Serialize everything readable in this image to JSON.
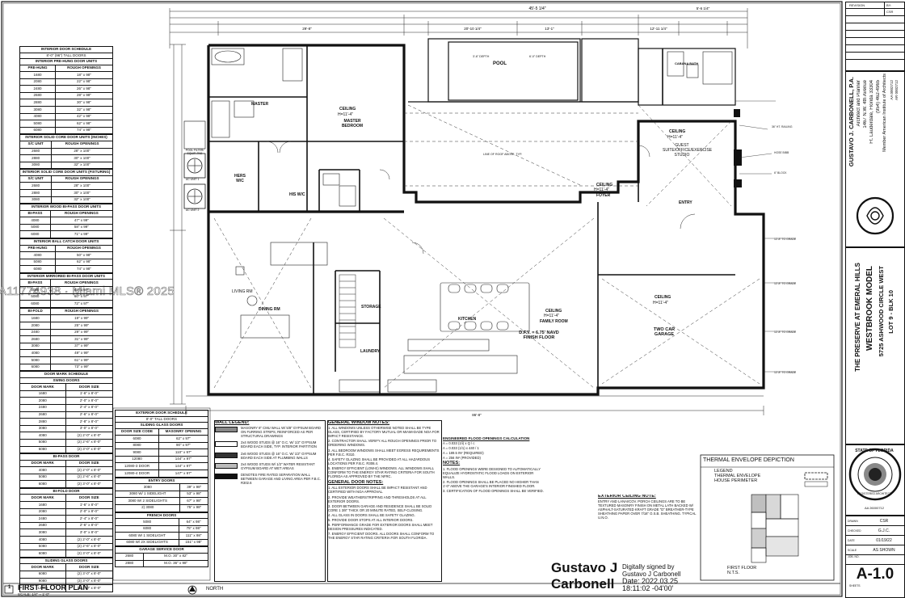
{
  "watermark": "A11774938 · Miami MLS® 2025",
  "title_block": {
    "revision_header": "REVISION",
    "by_header": "BY:",
    "by_value": "CSR",
    "architect": "GUSTAVO J. CARBONELL, P.A.",
    "architect_sub": "Architect and Planner",
    "address_1": "1467 N.W. 4th Avenue",
    "address_2": "Ft. Lauderdale, Florida 33304",
    "phone": "(954) 462-4965",
    "member": "Member American Institute of Architects",
    "license_1": "AA 0002712",
    "license_2": "AR 0002712",
    "project_name": "THE PRESERVE AT EMERAL HILLS",
    "model": "WESTBROOK MODEL",
    "project_address": "5725 ASHWOOD CIRCLE WEST",
    "lot": "LOT 9 - BLK 10",
    "seal_text": "STATE OF FLORIDA",
    "seal_sub": "REGISTERED ARCHITECT",
    "seal_num": "AA 26000712",
    "drawn_label": "DRAWN",
    "drawn": "CSR",
    "checked_label": "CHECKED",
    "checked": "G.J.C.",
    "date_label": "DATE",
    "date": "01/19/22",
    "scale_label": "SCALE",
    "scale": "AS SHOWN",
    "job_label": "JOB. NO.",
    "sheet": "A-1.0",
    "sheets": "SHEETS"
  },
  "plan": {
    "title_num": "1",
    "title": "FIRST FLOOR PLAN",
    "scale": "SCALE: 1/4\" = 1'-0\"",
    "north": "NORTH",
    "overall_width": "45'-5 1/4\"",
    "overall_bottom": "86'-8\"",
    "rooms": {
      "pool": "POOL",
      "master_bedroom": "MASTER BEDROOM",
      "master_ceiling": "CEILING",
      "master_ceiling_h": "H=11'-4\"",
      "master": "MASTER",
      "hers_wic": "HERS W/C",
      "his_wic": "HIS W/C",
      "pool_filter": "POOL FILTER/ EQUIP. PAD",
      "ac_unit_1": "AC UNIT 1",
      "ac_unit_2": "AC UNIT 2",
      "cabana": "CABANA BATH",
      "guest_suite": "GUEST SUITE/OFFICE/EXERCISE STUDIO",
      "guest_ceiling": "CEILING",
      "guest_ceiling_h": "H=11'-4\"",
      "foyer": "FOYER",
      "foyer_ceiling": "CEILING",
      "foyer_ceiling_h": "H=11'-4\"",
      "entry": "ENTRY",
      "living_rm": "LIVING RM",
      "dining_rm": "DINING RM",
      "storage": "STORAGE",
      "laundry": "LAUNDRY",
      "kitchen": "KITCHEN",
      "family_ceiling": "CEILING",
      "family_ceiling_h": "H=11'-4\"",
      "family_room": "FAMILY ROOM",
      "finish_floor": "D.F.V. = 6.75' NAVD FINISH FLOOR",
      "garage_ceiling": "CEILING",
      "garage_ceiling_h": "H=11'-4\"",
      "garage": "TWO CAR GARAGE",
      "line_of_roof": "LINE OF ROOF ABOVE, TYP.",
      "pool_depth_1": "3'-6\" DEPTH",
      "pool_depth_2": "6'-0\" DEPTH"
    }
  },
  "schedule": {
    "title": "INTERIOR DOOR SCHEDULE",
    "subtitle": "8'-0\" (96\") TALL DOORS",
    "sections": [
      {
        "header": "INTERIOR PRE-HUNG DOOR UNITS",
        "cols": [
          "PRE-HUNG",
          "ROUGH OPENINGS"
        ],
        "rows": [
          [
            "1680",
            "18\" x 98\""
          ],
          [
            "2080",
            "22\" x 98\""
          ],
          [
            "2480",
            "26\" x 98\""
          ],
          [
            "2680",
            "28\" x 98\""
          ],
          [
            "2880",
            "30\" x 98\""
          ],
          [
            "3080",
            "32\" x 98\""
          ],
          [
            "4080",
            "42\" x 98\""
          ],
          [
            "5080",
            "62\" x 98\""
          ],
          [
            "6080",
            "74\" x 98\""
          ]
        ]
      },
      {
        "header": "INTERIOR SOLID CORE DOOR UNITS (INCHES)",
        "cols": [
          "S/C UNIT",
          "ROUGH OPENINGS"
        ],
        "rows": [
          [
            "2680",
            "28\" x 100\""
          ],
          [
            "2880",
            "30\" x 100\""
          ],
          [
            "3080",
            "32\" x 100\""
          ]
        ]
      },
      {
        "header": "INTERIOR SOLID CORE DOOR UNITS (FIXTURING)",
        "cols": [
          "S/C UNIT",
          "ROUGH OPENINGS"
        ],
        "rows": [
          [
            "2680",
            "28\" x 100\""
          ],
          [
            "2880",
            "30\" x 100\""
          ],
          [
            "3080",
            "32\" x 100\""
          ]
        ]
      },
      {
        "header": "INTERIOR WOOD BI-PASS DOOR UNITS",
        "cols": [
          "BI-PASS",
          "ROUGH OPENINGS"
        ],
        "rows": [
          [
            "4080",
            "47\" x 99\""
          ],
          [
            "5080",
            "58\" x 99\""
          ],
          [
            "6080",
            "71\" x 99\""
          ]
        ]
      },
      {
        "header": "INTERIOR BALL CATCH DOOR UNITS",
        "cols": [
          "PRE-HUNG",
          "ROUGH OPENINGS"
        ],
        "rows": [
          [
            "4080",
            "50\" x 98\""
          ],
          [
            "5080",
            "62\" x 98\""
          ],
          [
            "6080",
            "74\" x 98\""
          ]
        ]
      },
      {
        "header": "INTERIOR MIRRORED BI-PASS DOOR UNITS",
        "cols": [
          "BI-PASS",
          "ROUGH OPENINGS"
        ],
        "rows": [
          [
            "4080",
            "49\" x 97\""
          ],
          [
            "5080",
            "60\" x 97\""
          ],
          [
            "6080",
            "72\" x 97\""
          ]
        ]
      },
      {
        "header": "",
        "cols": [
          "BI-FOLD",
          "ROUGH OPENINGS"
        ],
        "rows": [
          [
            "1680",
            "19\" x 99\""
          ],
          [
            "2080",
            "25\" x 99\""
          ],
          [
            "2480",
            "29\" x 99\""
          ],
          [
            "2680",
            "31\" x 99\""
          ],
          [
            "3080",
            "37\" x 99\""
          ],
          [
            "4080",
            "49\" x 99\""
          ],
          [
            "5080",
            "61\" x 99\""
          ],
          [
            "6080",
            "73\" x 99\""
          ]
        ]
      },
      {
        "header": "DOOR MARK SCHEDULE",
        "cols": [
          "",
          ""
        ],
        "rows": []
      },
      {
        "header": "SWING DOORS",
        "cols": [
          "DOOR MARK",
          "DOOR SIZE"
        ],
        "rows": [
          [
            "1680",
            "1'-6\" x 8'-0\""
          ],
          [
            "2080",
            "2'-0\" x 8'-0\""
          ],
          [
            "2480",
            "2'-4\" x 8'-0\""
          ],
          [
            "2680",
            "2'-6\" x 8'-0\""
          ],
          [
            "2880",
            "2'-8\" x 8'-0\""
          ],
          [
            "3080",
            "3'-0\" x 8'-0\""
          ],
          [
            "4080",
            "(2) 2'-0\" x 8'-0\""
          ],
          [
            "5080",
            "(2) 2'-6\" x 8'-0\""
          ],
          [
            "6080",
            "(2) 3'-0\" x 8'-0\""
          ]
        ]
      },
      {
        "header": "BI-PASS DOOR",
        "cols": [
          "DOOR MARK",
          "DOOR SIZE"
        ],
        "rows": [
          [
            "4080",
            "(2) 2'-0\" x 8'-0\""
          ],
          [
            "5080",
            "(2) 2'-6\" x 8'-0\""
          ],
          [
            "6080",
            "(2) 3'-0\" x 8'-0\""
          ]
        ]
      },
      {
        "header": "BI-FOLD DOOR",
        "cols": [
          "DOOR MARK",
          "DOOR SIZE"
        ],
        "rows": [
          [
            "1680",
            "1'-6\" x 8'-0\""
          ],
          [
            "2080",
            "2'-0\" x 8'-0\""
          ],
          [
            "2480",
            "2'-4\" x 8'-0\""
          ],
          [
            "2680",
            "2'-6\" x 8'-0\""
          ],
          [
            "3080",
            "3'-0\" x 8'-0\""
          ],
          [
            "4080",
            "(2) 2'-0\" x 8'-0\""
          ],
          [
            "5080",
            "(2) 2'-6\" x 8'-0\""
          ],
          [
            "6080",
            "(2) 3'-0\" x 8'-0\""
          ]
        ]
      },
      {
        "header": "SLIDING GLASS DOORS",
        "cols": [
          "DOOR MARK",
          "DOOR SIZE"
        ],
        "rows": [
          [
            "6080",
            "(2) 3'-0\" x 8'-0\""
          ],
          [
            "9080",
            "(3) 3'-0\" x 8'-0\""
          ],
          [
            "12080",
            "(4) 3'-0\" x 8'-0\""
          ]
        ]
      }
    ]
  },
  "ext_schedule": {
    "title": "EXTERIOR DOOR SCHEDULE",
    "subtitle": "8'-0\" TALL DOORS",
    "sliding_header": "SLIDING GLASS DOORS",
    "cols": [
      "DOOR SIZE CODE",
      "MASONRY OPENING"
    ],
    "rows": [
      [
        "6080",
        "62\" x 97\""
      ],
      [
        "8080",
        "90\" x 97\""
      ],
      [
        "9080",
        "110\" x 97\""
      ],
      [
        "12080",
        "144\" x 97\""
      ],
      [
        "12080-3 DOOR",
        "144\" x 97\""
      ],
      [
        "12080-4 DOOR",
        "147\" x 97\""
      ]
    ],
    "entry_header": "ENTRY DOORS",
    "entry_rows": [
      [
        "3080",
        "39\" x 98\""
      ],
      [
        "3080 W/ 1 SIDELIGHT",
        "53\" x 98\""
      ],
      [
        "3080 W/ 2 SIDELIGHTS",
        "67\" x 98\""
      ],
      [
        "2) 3080",
        "75\" x 98\""
      ]
    ],
    "french_header": "FRENCH DOORS",
    "french_rows": [
      [
        "5080",
        "64\" x 98\""
      ],
      [
        "6080",
        "75\" x 98\""
      ],
      [
        "6080 W/ 1 SIDELIGHT",
        "111\" x 98\""
      ],
      [
        "6080 W/ 2X SIDELIGHTS",
        "151\" x 98\""
      ]
    ],
    "garage_header": "GARAGE SERVICE DOOR",
    "garage_rows": [
      [
        "2680",
        "M.O. 30\" x 82\""
      ],
      [
        "2880",
        "M.O. 36\" x 98\""
      ]
    ]
  },
  "wall_legend": {
    "title": "WALL LEGEND:",
    "items": [
      "MASONRY 8\" CMU WALL W/ 5/8\" GYPSUM BOARD ON FURRING STRIPS, REINFORCED AS PER STRUCTURAL DRAWINGS",
      "2x4 WOOD STUDS @ 16\" O.C. W/ 1/2\" GYPSUM BOARD EACH SIDE, TYP. INTERIOR PARTITION",
      "2x6 WOOD STUDS @ 16\" O.C. W/ 1/2\" GYPSUM BOARD EACH SIDE AT PLUMBING WALLS",
      "2x4 WOOD STUDS W/ 1/2\" WATER RESISTANT GYPSUM BOARD AT WET AREAS",
      "DENOTES FIRE RATED SEPARATION WALL BETWEEN GARAGE AND LIVING AREA PER F.B.C. R302.6"
    ]
  },
  "window_notes": {
    "title": "GENERAL WINDOW NOTES:",
    "items": [
      "1. ALL WINDOWS UNLESS OTHERWISE NOTED SHALL BE TYPE GLASS, CERTIFIED BY FACTORY MUTUAL OR MIAMI-DADE NOA FOR IMPACT RESISTANCE.",
      "2. CONTRACTOR SHALL VERIFY ALL ROUGH OPENINGS PRIOR TO ORDERING WINDOWS.",
      "3. ALL BEDROOM WINDOWS SHALL MEET EGRESS REQUIREMENTS PER F.B.C. R310.",
      "4. SAFETY GLAZING SHALL BE PROVIDED AT ALL HAZARDOUS LOCATIONS PER F.B.C. R308.4.",
      "5. ENERGY EFFICIENT (LOW-E) WINDOWS. ALL WINDOWS SHALL CONFORM TO THE ENERGY STAR RATING CRITERIA FOR SOUTH FLORIDA AS APPROVED BY THE NFRC."
    ]
  },
  "door_notes": {
    "title": "GENERAL DOOR NOTES:",
    "items": [
      "1. ALL EXTERIOR DOORS SHALL BE IMPACT RESISTANT AND CERTIFIED WITH NOA APPROVAL.",
      "2. PROVIDE WEATHERSTRIPPING AND THRESHOLDS AT ALL EXTERIOR DOORS.",
      "3. DOOR BETWEEN GARAGE AND RESIDENCE SHALL BE SOLID CORE 1 3/8\" THICK OR 20 MINUTE RATED, SELF-CLOSING.",
      "4. ALL GLASS IN DOORS SHALL BE SAFETY GLAZING.",
      "5. PROVIDE DOOR STOPS AT ALL INTERIOR DOORS.",
      "6. PERFORMANCE GRADE FOR EXTERIOR DOORS SHALL MEET DESIGN PRESSURES INDICATED.",
      "7. ENERGY EFFICIENT DOORS. ALL DOORS SHALL CONFORM TO THE ENERGY STAR RATING CRITERIA FOR SOUTH FLORIDA."
    ]
  },
  "flood": {
    "title": "ENGINEERED FLOOD OPENINGS CALCULATION",
    "lines": [
      "A = 0.033 (1/i) x Q / c",
      "A = 0.033 (1/1) x 440 / 1",
      "A = 189.5 IN² (REQUIRED)",
      "A = 256 IN² (PROVIDED)"
    ],
    "notes_title": "NOTES:",
    "notes": [
      "1. FLOOD OPENINGS WERE DESIGNED TO AUTOMATICALLY EQUALIZE HYDROSTATIC FLOOD LOADS ON EXTERIOR WALLS.",
      "2. FLOOD OPENINGS SHALL BE PLACED NO HIGHER THAN 1'-0\" ABOVE THE GARAGE'S INTERIOR FINISHED FLOOR.",
      "3. CERTIFICATION OF FLOOD OPENINGS SHALL BE VERIFIED."
    ]
  },
  "ceiling_note": {
    "title": "EXTERIOR CEILING NOTE:",
    "text": "ENTRY AND LANAI/COV. PORCH CEILINGS ARE TO BE TEXTURED MASONRY FINISH ON METAL LATH BACKED W/ ASPHALT-SATURATED KRAFT GRADE \"D\" BREATHER-TYPE SHEATHING PAPER OVER 7/16\" O.S.B. SHEATHING. TYPICAL U.N.O."
  },
  "thermal": {
    "title": "THERMAL ENVELOPE DEPICTION",
    "legend_label": "LEGEND",
    "legend_item": "THERMAL ENVELOPE",
    "legend_item2": "HOUSE PERIMETER",
    "floor_label": "FIRST FLOOR",
    "floor_scale": "N.T.S."
  },
  "signature": {
    "name_1": "Gustavo J",
    "name_2": "Carbonell",
    "signed": "Digitally signed by",
    "signed_name": "Gustavo J Carbonell",
    "date": "Date: 2022.03.25",
    "time": "18:11:02 -04'00'"
  }
}
